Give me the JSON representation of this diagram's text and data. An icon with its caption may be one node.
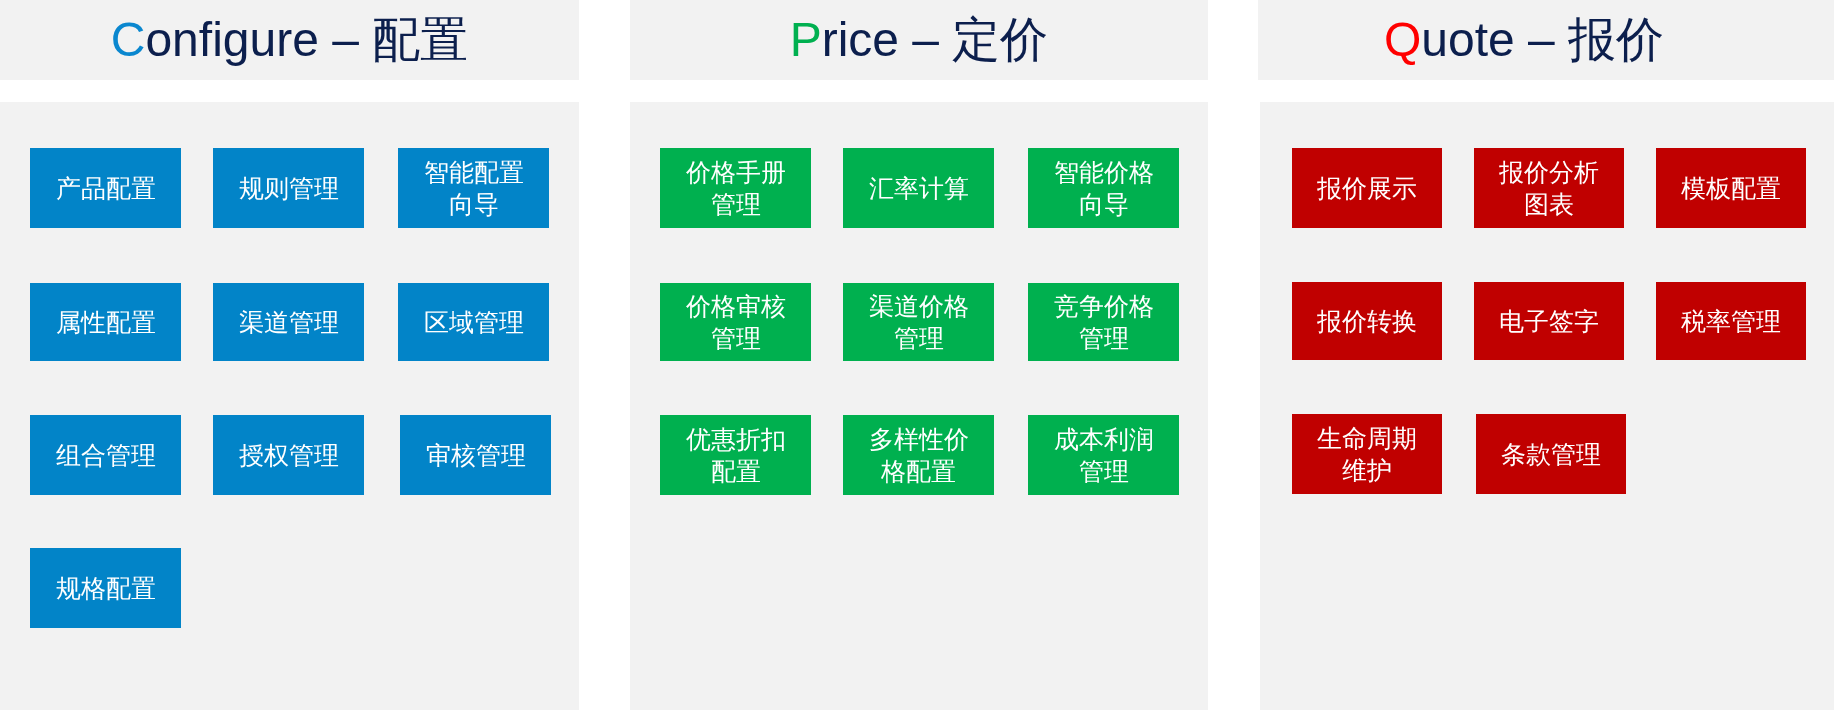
{
  "diagram": {
    "nodes": [
      {
        "text": [
          "Configure – 配置"
        ]
      },
      {
        "text": [],
        "shape": "box"
      },
      {
        "text": [
          "产品配置"
        ],
        "in": 1
      },
      {
        "text": [
          "规则管理"
        ],
        "in": 1
      },
      {
        "text": [
          "智能配置向导"
        ],
        "in": 1
      },
      {
        "text": [
          "属性配置"
        ],
        "in": 1
      },
      {
        "text": [
          "渠道管理"
        ],
        "in": 1
      },
      {
        "text": [
          "区域管理"
        ],
        "in": 1
      },
      {
        "text": [
          "组合管理"
        ],
        "in": 1
      },
      {
        "text": [
          "授权管理"
        ],
        "in": 1
      },
      {
        "text": [
          "审核管理"
        ],
        "in": 1
      },
      {
        "text": [
          "规格配置"
        ],
        "in": 1
      },
      {
        "text": [
          "Price – 定价"
        ]
      },
      {
        "text": [],
        "shape": "box"
      },
      {
        "text": [
          "价格手册管理"
        ],
        "in": 13
      },
      {
        "text": [
          "汇率计算"
        ],
        "in": 13
      },
      {
        "text": [
          "智能价格向导"
        ],
        "in": 13
      },
      {
        "text": [
          "价格审核管理"
        ],
        "in": 13
      },
      {
        "text": [
          "渠道价格管理"
        ],
        "in": 13
      },
      {
        "text": [
          "竞争价格管理"
        ],
        "in": 13
      },
      {
        "text": [
          "优惠折扣配置"
        ],
        "in": 13
      },
      {
        "text": [
          "多样性价格配置"
        ],
        "in": 13
      },
      {
        "text": [
          "成本利润管理"
        ],
        "in": 13
      },
      {
        "text": [
          "Quote – 报价"
        ]
      },
      {
        "text": [],
        "shape": "box"
      },
      {
        "text": [
          "报价展示"
        ],
        "in": 24
      },
      {
        "text": [
          "报价分析图表"
        ],
        "in": 24
      },
      {
        "text": [
          "模板配置"
        ],
        "in": 24
      },
      {
        "text": [
          "报价转换"
        ],
        "in": 24
      },
      {
        "text": [
          "电子签字"
        ],
        "in": 24
      },
      {
        "text": [
          "税率管理"
        ],
        "in": 24
      },
      {
        "text": [
          "生命周期维护"
        ],
        "in": 24
      },
      {
        "text": [
          "条款管理"
        ],
        "in": 24
      }
    ]
  }
}
